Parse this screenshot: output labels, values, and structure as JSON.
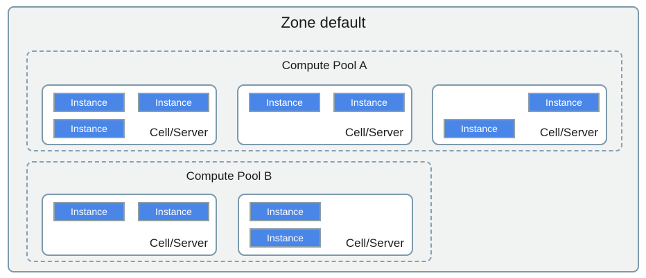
{
  "zone": {
    "title": "Zone default",
    "pools": [
      {
        "title": "Compute Pool A",
        "cells": [
          {
            "label": "Cell/Server",
            "instances": [
              {
                "label": "Instance"
              },
              {
                "label": "Instance"
              },
              {
                "label": "Instance"
              }
            ]
          },
          {
            "label": "Cell/Server",
            "instances": [
              {
                "label": "Instance"
              },
              {
                "label": "Instance"
              }
            ]
          },
          {
            "label": "Cell/Server",
            "instances": [
              {
                "label": "Instance"
              },
              {
                "label": "Instance"
              }
            ]
          }
        ]
      },
      {
        "title": "Compute Pool B",
        "cells": [
          {
            "label": "Cell/Server",
            "instances": [
              {
                "label": "Instance"
              },
              {
                "label": "Instance"
              }
            ]
          },
          {
            "label": "Cell/Server",
            "instances": [
              {
                "label": "Instance"
              },
              {
                "label": "Instance"
              }
            ]
          }
        ]
      }
    ]
  },
  "colors": {
    "zone_background": "#f1f2f2",
    "zone_border": "#7d9aab",
    "pool_border": "#84a1b4",
    "cell_border": "#7d9aab",
    "cell_background": "#ffffff",
    "instance_fill": "#4a86e8",
    "instance_border": "#8d9fa8",
    "instance_text": "#ffffff",
    "label_text": "#111111"
  }
}
